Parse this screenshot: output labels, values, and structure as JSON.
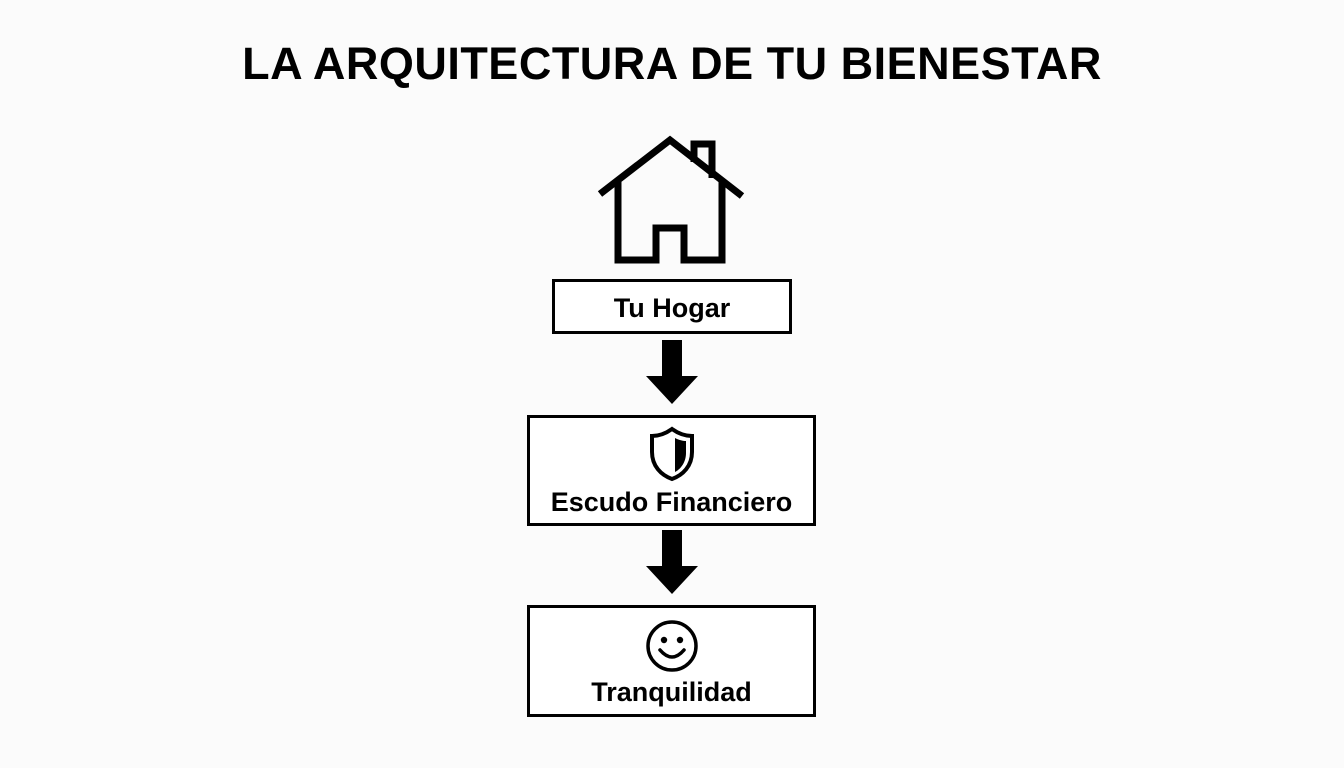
{
  "title": "LA ARQUITECTURA DE TU BIENESTAR",
  "nodes": [
    {
      "label": "Tu Hogar",
      "icon": "house-icon"
    },
    {
      "label": "Escudo Financiero",
      "icon": "shield-icon"
    },
    {
      "label": "Tranquilidad",
      "icon": "smiley-icon"
    }
  ],
  "colors": {
    "stroke": "#000000",
    "background": "#fbfbfb"
  }
}
